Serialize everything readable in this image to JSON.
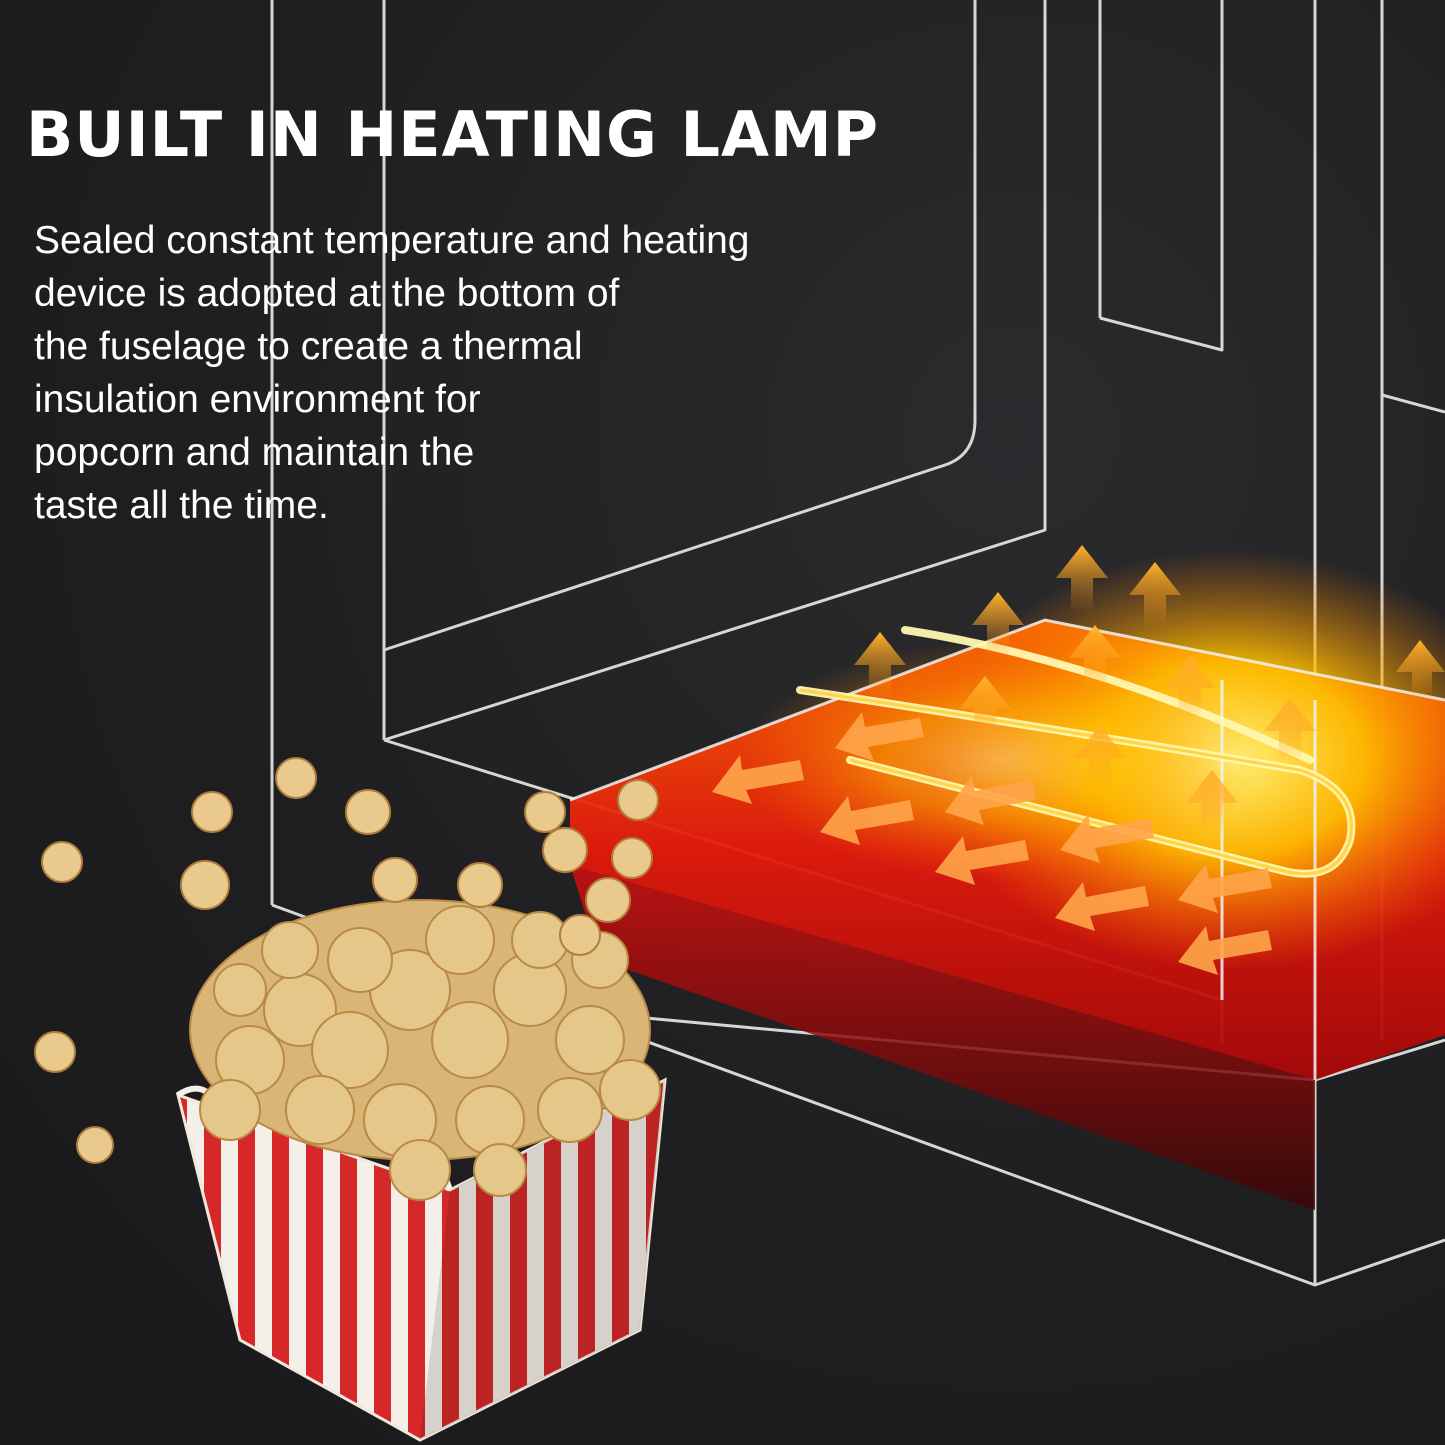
{
  "headline": "BUILT IN HEATING LAMP",
  "description_lines": [
    "Sealed constant temperature and heating",
    "device is adopted at the bottom of",
    "the fuselage to create a thermal",
    "insulation environment for",
    "popcorn and maintain the",
    "taste all the time."
  ],
  "colors": {
    "background": "#1e1e20",
    "outline": "#e9e9e9",
    "heat_glow": "#ffcc00",
    "heat_base": "#e01010",
    "arrow": "#ff8a1a",
    "box_red": "#d42424",
    "popcorn": "#e8c98a"
  },
  "icons": [
    "up-arrow-icon",
    "down-left-arrow-icon",
    "heating-coil-icon",
    "popcorn-box-icon"
  ]
}
